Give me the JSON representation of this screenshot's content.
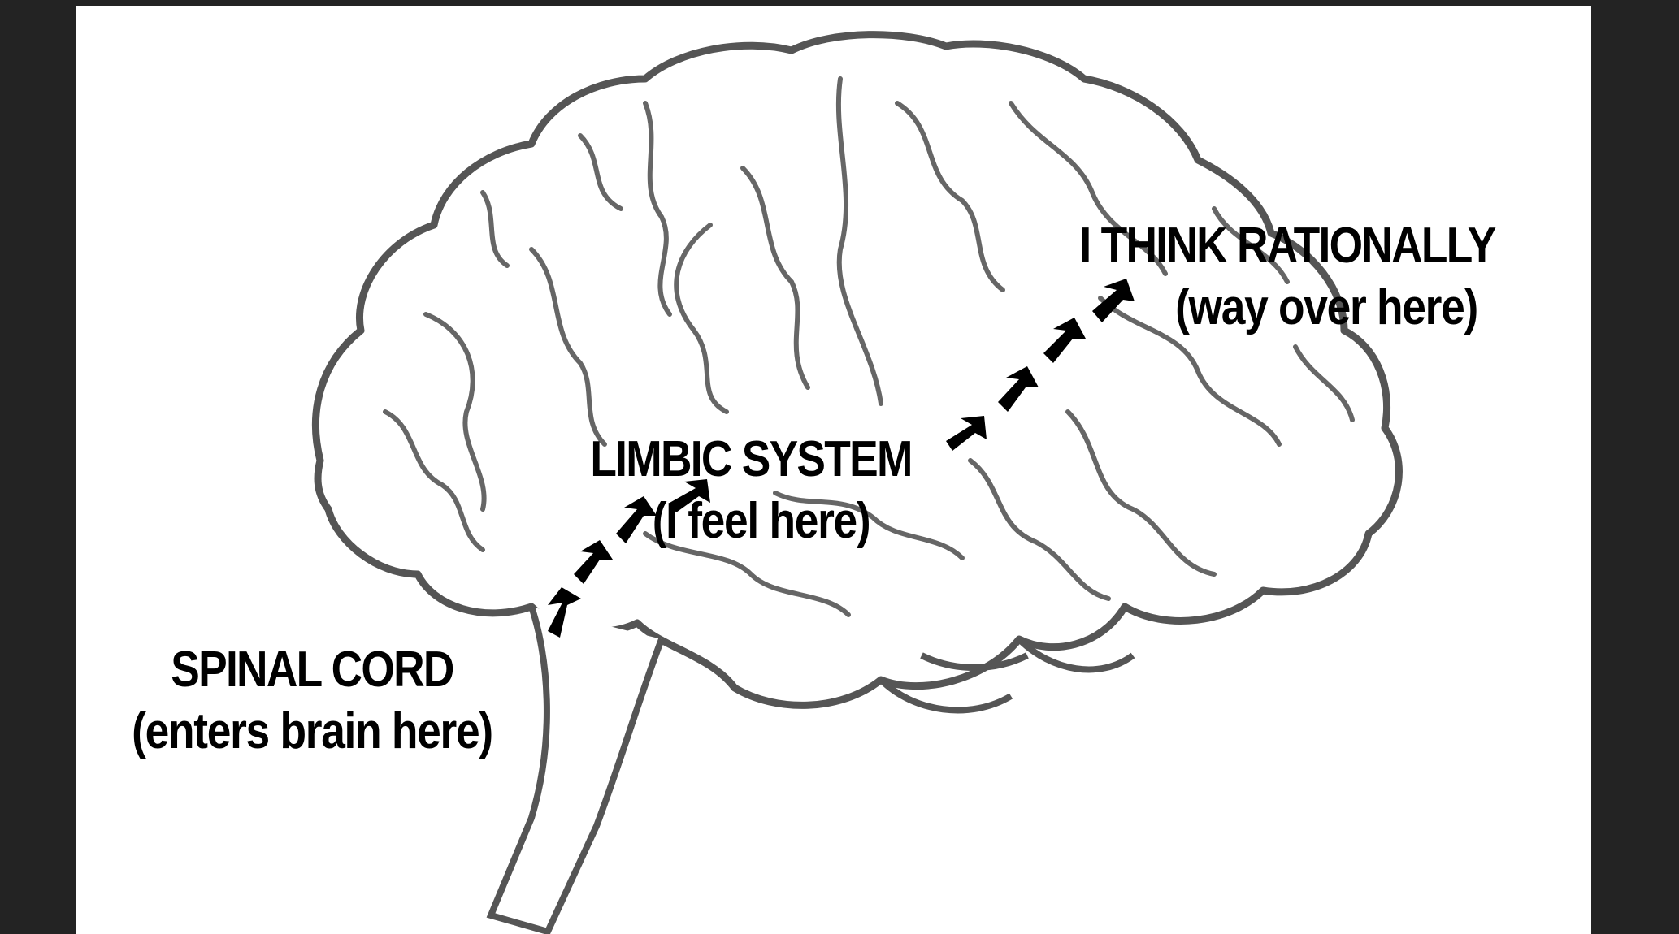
{
  "diagram": {
    "labels": {
      "spinal_cord": {
        "title": "SPINAL CORD",
        "subtitle": "(enters brain here)"
      },
      "limbic_system": {
        "title": "LIMBIC SYSTEM",
        "subtitle": "(I feel here)"
      },
      "rational": {
        "title": "I THINK RATIONALLY",
        "subtitle": "(way over here)"
      }
    },
    "colors": {
      "background": "#232323",
      "canvas": "#ffffff",
      "outline": "#555555",
      "arrow": "#000000"
    },
    "icons": [
      "brain-outline",
      "arrow-up-right"
    ]
  }
}
